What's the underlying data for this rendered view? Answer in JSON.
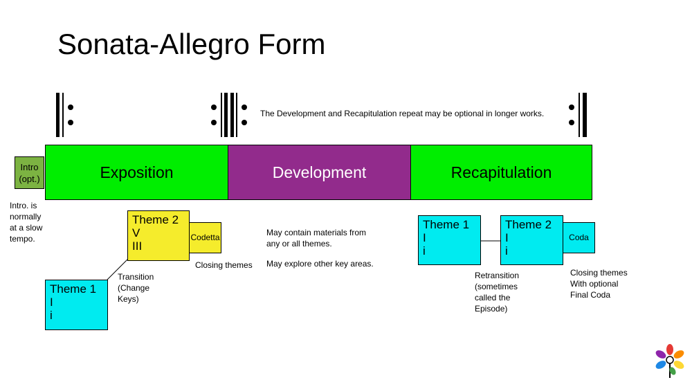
{
  "title": "Sonata-Allegro Form",
  "repeat_note": "The Development and Recapitulation repeat may be optional in longer works.",
  "intro": {
    "label_line1": "Intro",
    "label_line2": "(opt.)",
    "note": [
      "Intro. is",
      "normally",
      "at a slow",
      "tempo."
    ]
  },
  "sections": {
    "exposition": "Exposition",
    "development": "Development",
    "recapitulation": "Recapitulation"
  },
  "exposition": {
    "theme1": {
      "title": "Theme 1",
      "key1": "I",
      "key2": "i"
    },
    "theme2": {
      "title": "Theme 2",
      "key1": "V",
      "key2": "III"
    },
    "codetta": "Codetta",
    "transition_note": [
      "Transition",
      "(Change",
      "Keys)"
    ],
    "closing_note": "Closing themes"
  },
  "development_notes": [
    "May contain materials from",
    "any or all themes.",
    "May explore other key areas."
  ],
  "recapitulation": {
    "theme1": {
      "title": "Theme 1",
      "key1": "I",
      "key2": "i"
    },
    "theme2": {
      "title": "Theme 2",
      "key1": "I",
      "key2": "i"
    },
    "coda": "Coda",
    "retransition_note": [
      "Retransition",
      "(sometimes",
      "called the",
      "Episode)"
    ],
    "closing_note": [
      "Closing themes",
      "With optional",
      "Final Coda"
    ]
  },
  "colors": {
    "green": "#00ee00",
    "purple": "#922b8c",
    "light_green": "#7cb342",
    "cyan": "#00ebf0",
    "yellow": "#f5ec2c"
  },
  "icons": [
    "repeat-start-icon",
    "repeat-both-icon",
    "repeat-end-icon",
    "flower-logo-icon"
  ]
}
